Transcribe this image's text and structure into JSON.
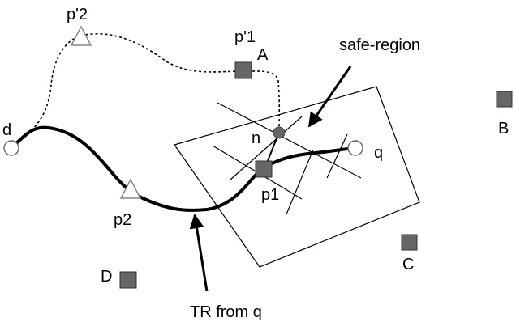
{
  "colors": {
    "ink": "#000000",
    "square_fill": "#666666",
    "square_stroke": "#333333",
    "triangle_stroke": "#888888",
    "node_fill": "#666666"
  },
  "labels": {
    "d": "d",
    "q": "q",
    "n": "n",
    "p1": "p1",
    "p2": "p2",
    "p_prime_1": "p'1",
    "p_prime_2": "p'2",
    "A": "A",
    "B": "B",
    "C": "C",
    "D": "D",
    "safe_region": "safe-region",
    "tr_from_q": "TR from q"
  }
}
